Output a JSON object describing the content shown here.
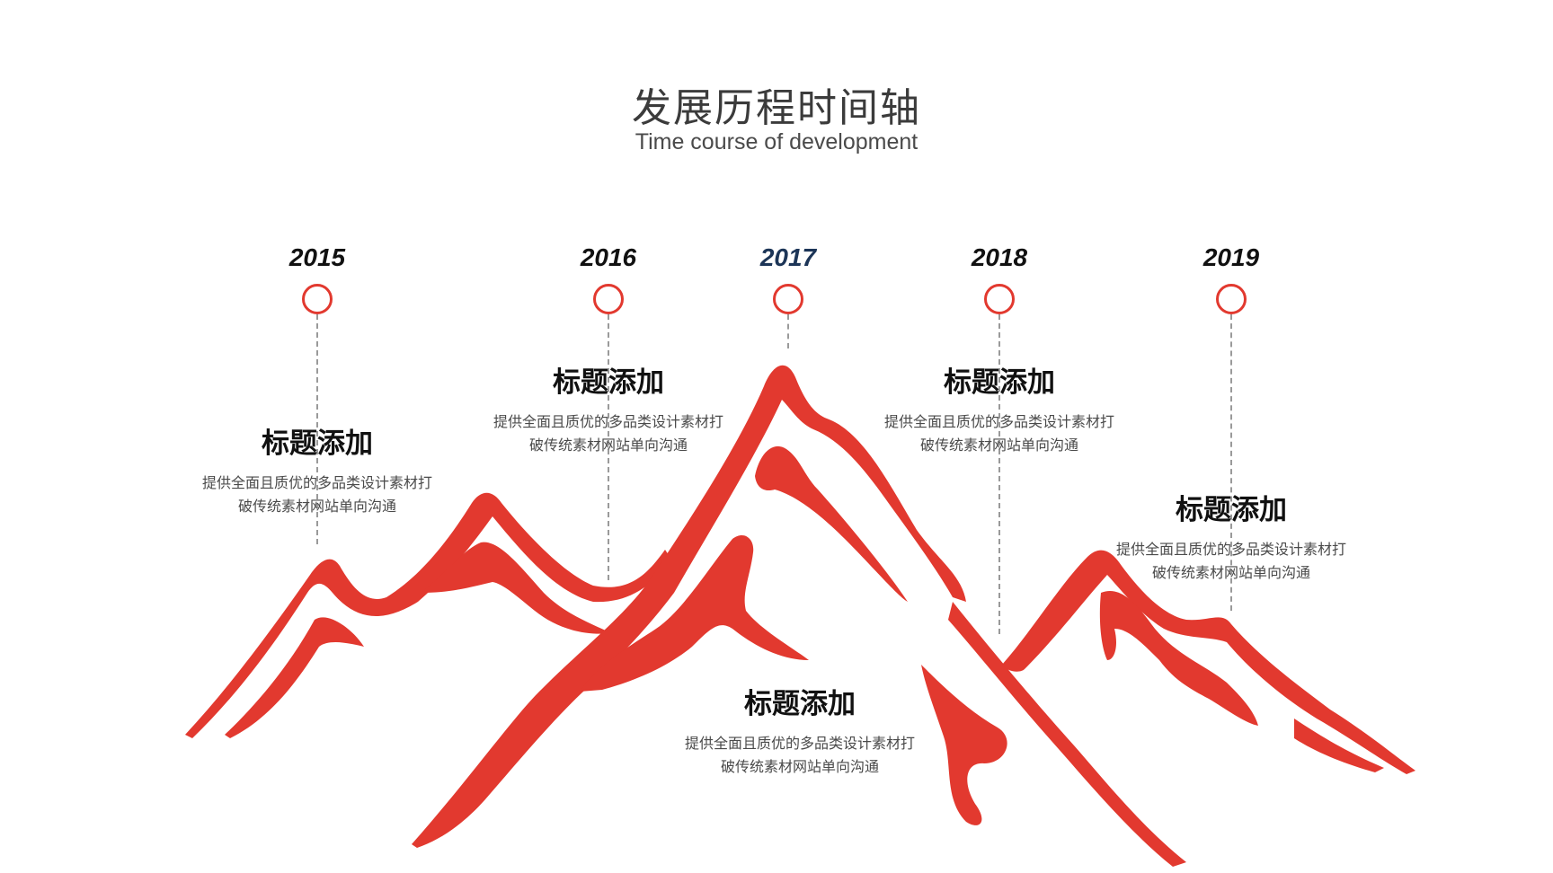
{
  "header": {
    "title": "发展历程时间轴",
    "subtitle": "Time course of development"
  },
  "colors": {
    "accent": "#e2392f",
    "highlight_year": "#1c3557",
    "text": "#111111",
    "body_text": "#4a4a4a",
    "connector": "#9a9a9a"
  },
  "timeline": [
    {
      "year": "2015",
      "title": "标题添加",
      "desc_line1": "提供全面且质优的多品类设计素材打",
      "desc_line2": "破传统素材网站单向沟通"
    },
    {
      "year": "2016",
      "title": "标题添加",
      "desc_line1": "提供全面且质优的多品类设计素材打",
      "desc_line2": "破传统素材网站单向沟通"
    },
    {
      "year": "2017",
      "title": "标题添加",
      "desc_line1": "提供全面且质优的多品类设计素材打",
      "desc_line2": "破传统素材网站单向沟通"
    },
    {
      "year": "2018",
      "title": "标题添加",
      "desc_line1": "提供全面且质优的多品类设计素材打",
      "desc_line2": "破传统素材网站单向沟通"
    },
    {
      "year": "2019",
      "title": "标题添加",
      "desc_line1": "提供全面且质优的多品类设计素材打",
      "desc_line2": "破传统素材网站单向沟通"
    }
  ]
}
